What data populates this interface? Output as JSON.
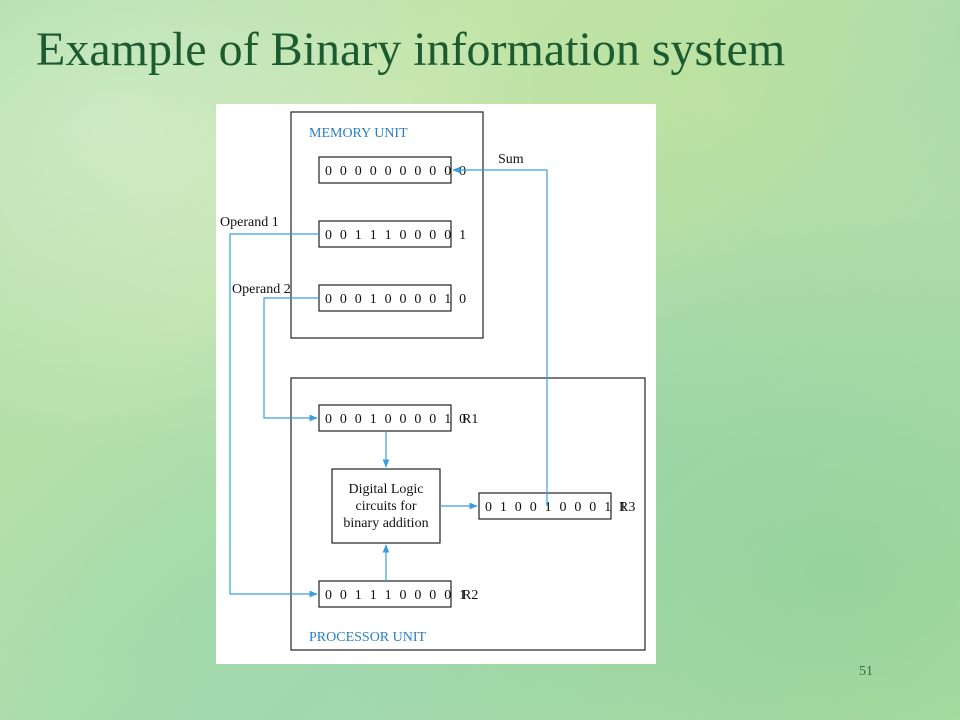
{
  "slide": {
    "title": "Example of Binary information system",
    "page_number": "51"
  },
  "diagram": {
    "memory_unit_label": "MEMORY UNIT",
    "processor_unit_label": "PROCESSOR UNIT",
    "memory_words": {
      "sum_word": "0 0 0 0 0 0 0 0 0 0",
      "operand1_word": "0 0 1 1 1 0 0 0 0 1",
      "operand2_word": "0 0 0 1 0 0 0 0 1 0"
    },
    "registers": {
      "r1": {
        "name": "R1",
        "value": "0 0 0 1 0 0 0 0 1 0"
      },
      "r2": {
        "name": "R2",
        "value": "0 0 1 1 1 0 0 0 0 1"
      },
      "r3": {
        "name": "R3",
        "value": "0 1 0 0 1 0 0 0 1 1"
      }
    },
    "logic_block": {
      "line1": "Digital Logic",
      "line2": "circuits for",
      "line3": "binary addition"
    },
    "wire_labels": {
      "sum": "Sum",
      "operand1": "Operand 1",
      "operand2": "Operand 2"
    },
    "colors": {
      "wire": "#3aa0dc",
      "unit_label": "#2a7fc0",
      "title": "#1c5a30"
    }
  }
}
